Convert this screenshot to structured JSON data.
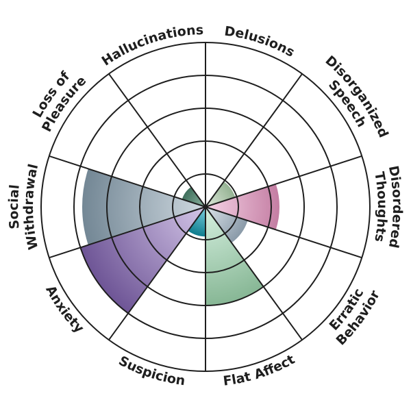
{
  "chart_data": {
    "type": "polar-area",
    "title": "",
    "rmax": 5,
    "ring_count": 5,
    "start_direction": "top",
    "rotation": "clockwise",
    "grid": true,
    "categories": [
      "Delusions",
      "Disorganized Speech",
      "Disordered Thoughts",
      "Erratic Behavior",
      "Flat Affect",
      "Suspicion",
      "Anxiety",
      "Social Withdrawal",
      "Loss of Pleasure",
      "Hallucinations"
    ],
    "label_lines": [
      [
        "Delusions"
      ],
      [
        "Disorganized",
        "Speech"
      ],
      [
        "Disordered",
        "Thoughts"
      ],
      [
        "Erratic",
        "Behavior"
      ],
      [
        "Flat Affect"
      ],
      [
        "Suspicion"
      ],
      [
        "Anxiety"
      ],
      [
        "Social",
        "Withdrawal"
      ],
      [
        "Loss of",
        "Pleasure"
      ],
      [
        "Hallucinations"
      ]
    ],
    "values": [
      0,
      0.95,
      2.25,
      1.35,
      3.0,
      0.9,
      4.0,
      3.75,
      0.75,
      0
    ],
    "colors": [
      {
        "inner": "#ffffff",
        "outer": "#ffffff"
      },
      {
        "inner": "#dfe9dc",
        "outer": "#95b393"
      },
      {
        "inner": "#f5d3e6",
        "outer": "#c47ea3"
      },
      {
        "inner": "#dbe3ea",
        "outer": "#8a9aa8"
      },
      {
        "inner": "#d6f0e0",
        "outer": "#87b795"
      },
      {
        "inner": "#7cd0e0",
        "outer": "#0f7d8e"
      },
      {
        "inner": "#d4c6e8",
        "outer": "#6e5596"
      },
      {
        "inner": "#cfd9e0",
        "outer": "#738795"
      },
      {
        "inner": "#8fb6a3",
        "outer": "#3f6f5c"
      },
      {
        "inner": "#ffffff",
        "outer": "#ffffff"
      }
    ]
  }
}
